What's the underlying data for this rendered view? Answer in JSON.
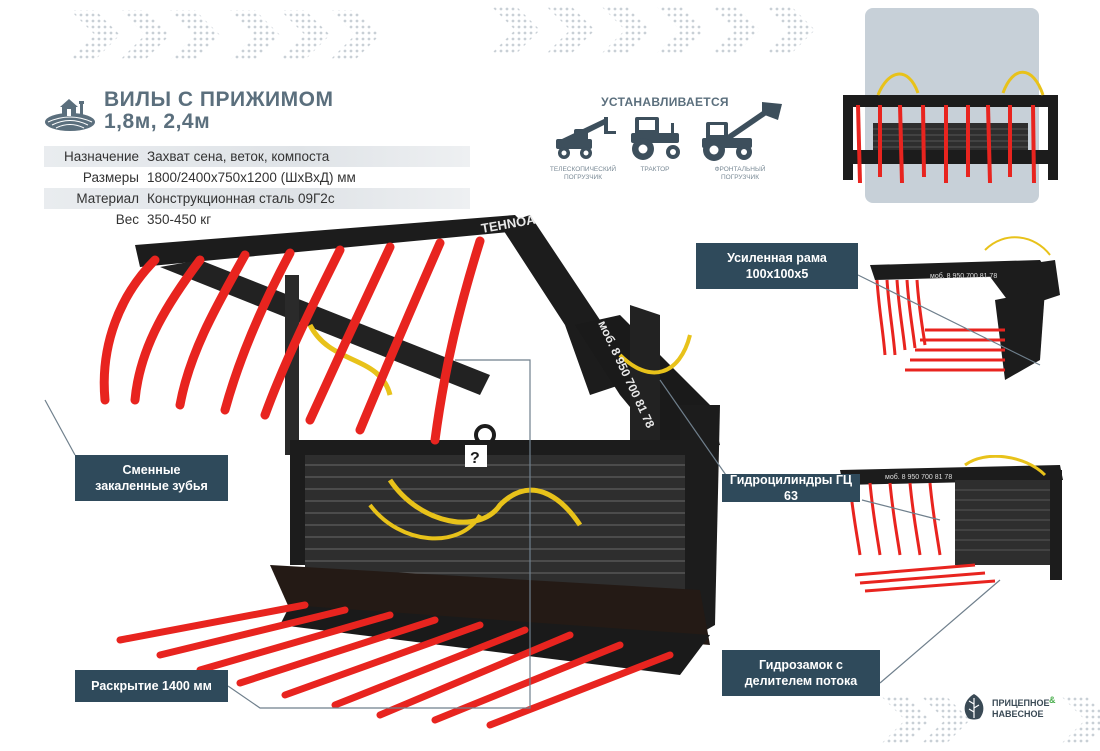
{
  "title": {
    "line1": "ВИЛЫ С ПРИЖИМОМ",
    "line2": "1,8м, 2,4м"
  },
  "specs": [
    {
      "label": "Назначение",
      "value": "Захват сена, веток, компоста"
    },
    {
      "label": "Размеры",
      "value": "1800/2400х750х1200 (ШхВхД) мм"
    },
    {
      "label": "Материал",
      "value": "Конструкционная сталь 09Г2с"
    },
    {
      "label": "Вес",
      "value": "350-450 кг"
    }
  ],
  "installs": {
    "heading": "УСТАНАВЛИВАЕТСЯ",
    "items": [
      {
        "icon": "telehandler-icon",
        "caption_line1": "ТЕЛЕСКОПИЧЕСКИЙ",
        "caption_line2": "ПОГРУЗЧИК"
      },
      {
        "icon": "tractor-icon",
        "caption_line1": "ТРАКТОР",
        "caption_line2": ""
      },
      {
        "icon": "front-loader-icon",
        "caption_line1": "ФРОНТАЛЬНЫЙ",
        "caption_line2": "ПОГРУЗЧИК"
      }
    ]
  },
  "product": {
    "brand_mark": "TEHNOA",
    "phone": "моб. 8 950 700 81 78"
  },
  "callouts": {
    "teeth": {
      "line1": "Сменные",
      "line2": "закаленные зубья"
    },
    "opening": "Раскрытие 1400 мм",
    "hydro_cylinders": "Гидроцилиндры ГЦ 63",
    "frame": {
      "line1": "Усиленная рама",
      "line2": "100х100х5"
    },
    "hydro_lock": {
      "line1": "Гидрозамок с",
      "line2": "делителем потока"
    }
  },
  "brand": {
    "line1": "ПРИЦЕПНОЕ",
    "amp": "&",
    "line2": "НАВЕСНОЕ"
  },
  "colors": {
    "accent": "#2f4a5b",
    "title": "#5b6f7d",
    "tine_red": "#e8241f",
    "frame_black": "#1c1c1c",
    "hose_yellow": "#e8c21a",
    "panel_bg": "#c7d0d8"
  }
}
